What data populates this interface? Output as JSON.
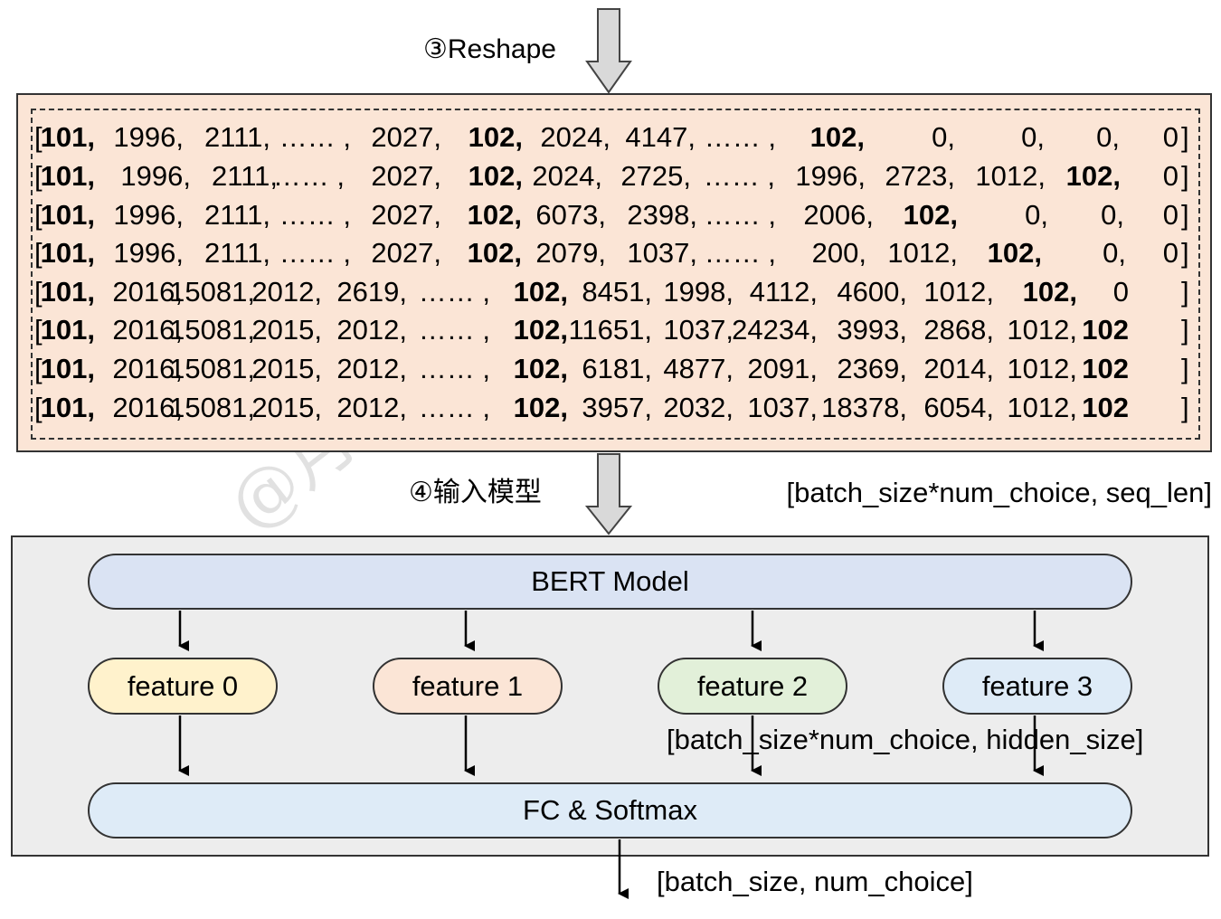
{
  "steps": {
    "reshape": "③Reshape",
    "input_model": "④输入模型"
  },
  "token_rows": [
    [
      "101",
      "1996",
      "2111",
      "…… ,",
      "2027",
      "102",
      "2024",
      "4147",
      "…… ,",
      "102",
      "0",
      "0",
      "0",
      "0"
    ],
    [
      "101",
      "1996",
      "2111",
      "…… ,",
      "2027",
      "102",
      "2024",
      "2725",
      "…… ,",
      "1996",
      "2723",
      "1012",
      "102",
      "0"
    ],
    [
      "101",
      "1996",
      "2111",
      "…… ,",
      "2027",
      "102",
      "6073",
      "2398",
      "…… ,",
      "2006",
      "102",
      "0",
      "0",
      "0"
    ],
    [
      "101",
      "1996",
      "2111",
      "…… ,",
      "2027",
      "102",
      "2079",
      "1037",
      "…… ,",
      "200",
      "1012",
      "102",
      "0",
      "0"
    ],
    [
      "101",
      "2016",
      "15081",
      "2012",
      "2619",
      "…… ,",
      "102",
      "8451",
      "1998",
      "4112",
      "4600",
      "1012",
      "102",
      "0"
    ],
    [
      "101",
      "2016",
      "15081",
      "2015",
      "2012",
      "…… ,",
      "102",
      "11651",
      "1037",
      "24234",
      "3993",
      "2868",
      "1012",
      "102"
    ],
    [
      "101",
      "2016",
      "15081",
      "2015",
      "2012",
      "…… ,",
      "102",
      "6181",
      "4877",
      "2091",
      "2369",
      "2014",
      "1012",
      "102"
    ],
    [
      "101",
      "2016",
      "15081",
      "2015",
      "2012",
      "…… ,",
      "102",
      "3957",
      "2032",
      "1037",
      "18378",
      "6054",
      "1012",
      "102"
    ]
  ],
  "shapes": {
    "input_shape": "[batch_size*num_choice, seq_len]",
    "hidden_shape": "[batch_size*num_choice, hidden_size]",
    "output_shape": "[batch_size, num_choice]"
  },
  "model": {
    "bert_label": "BERT Model",
    "features": [
      {
        "label": "feature 0",
        "color": "#fff2cc"
      },
      {
        "label": "feature 1",
        "color": "#fbe5d6"
      },
      {
        "label": "feature 2",
        "color": "#e2f0d9"
      },
      {
        "label": "feature 3",
        "color": "#deebf7"
      }
    ],
    "fc_label": "FC & Softmax"
  },
  "colors": {
    "top_panel": "#fbe5d6",
    "bottom_panel": "#ededed",
    "bert_fill": "#dae3f3",
    "fc_fill": "#deebf7",
    "block_arrow": "#d9d9d9"
  },
  "watermark": "@月来客栈"
}
